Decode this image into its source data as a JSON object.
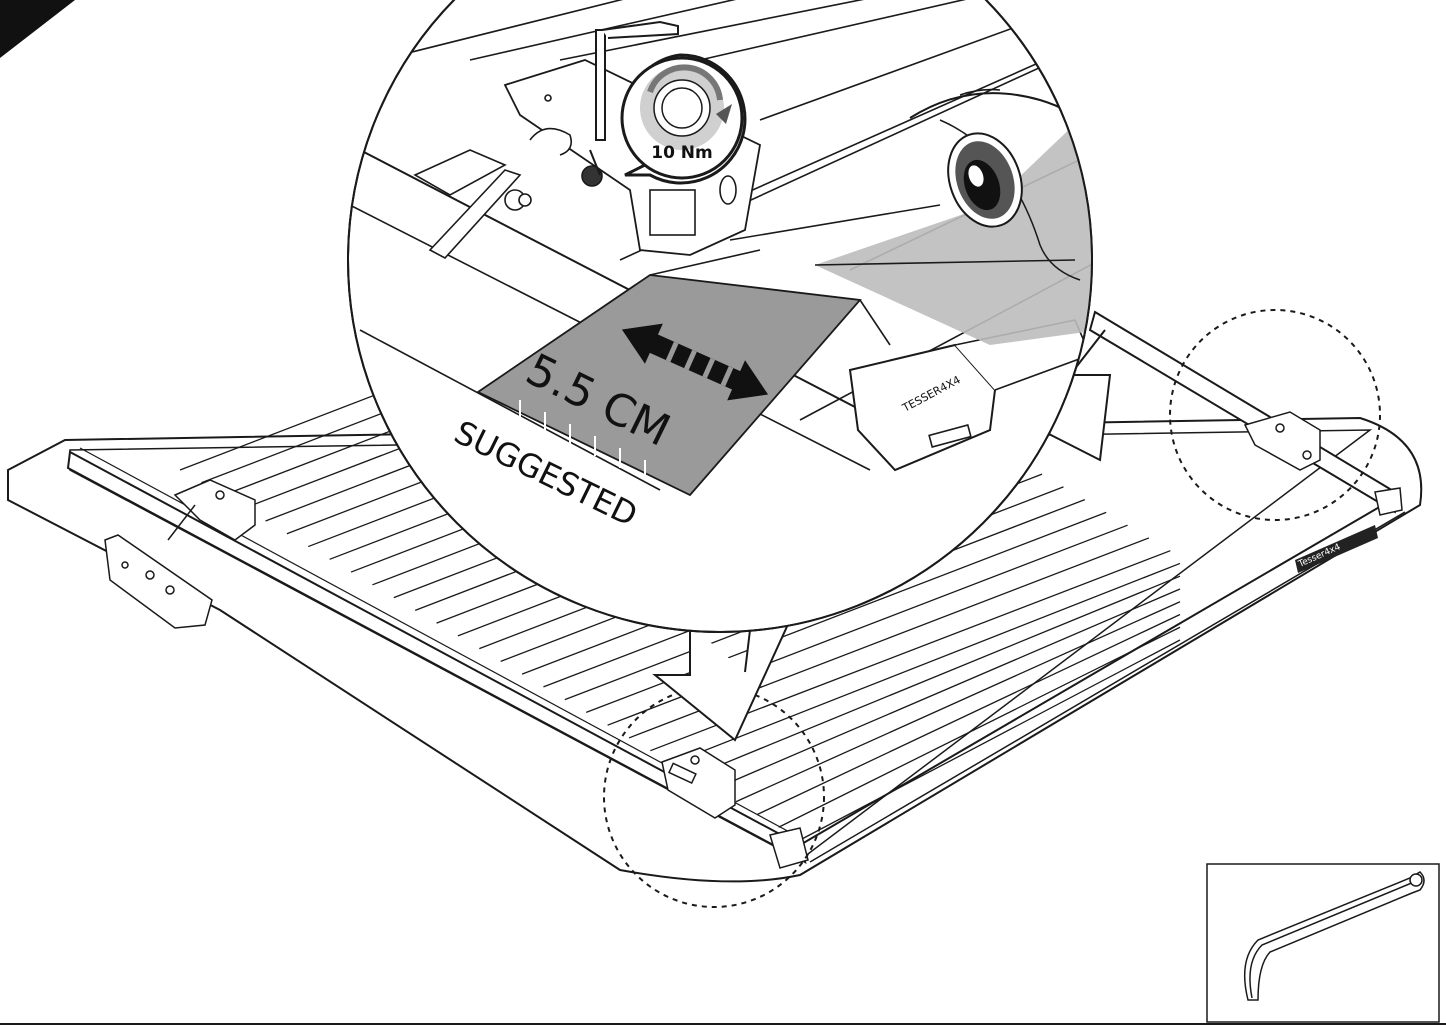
{
  "callout": {
    "torque_label": "10 Nm",
    "measurement_label": "5.5 CM",
    "suggested_label": "SUGGESTED"
  },
  "branding": {
    "bracket_logo": "TESSER4X4",
    "rail_logo": "Tesser4x4"
  },
  "icons": {
    "torque": "torque-rotation-icon",
    "inspect": "eye-icon",
    "tool": "allen-key-icon",
    "adjust": "double-arrow-icon"
  },
  "colors": {
    "ink": "#1a1a1a",
    "highlight_gray": "#9a9a9a",
    "shade_gray": "#bdbdbd",
    "background": "#ffffff"
  }
}
